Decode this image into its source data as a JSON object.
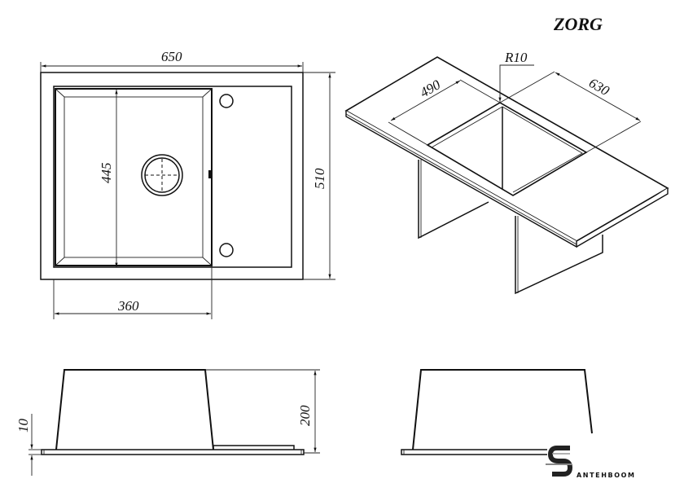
{
  "title": "ZORG",
  "top_view": {
    "width_label": "650",
    "height_label": "510",
    "bowl_depth_label": "445",
    "bowl_width_label": "360"
  },
  "iso_view": {
    "radius_label": "R10",
    "cutout_depth_label": "490",
    "cutout_width_label": "630"
  },
  "side_view": {
    "height_label": "200",
    "rim_thickness_label": "10"
  },
  "brand": {
    "name": "ANTEHBOOM",
    "initial": "S"
  },
  "colors": {
    "line": "#111111",
    "background": "#ffffff"
  }
}
